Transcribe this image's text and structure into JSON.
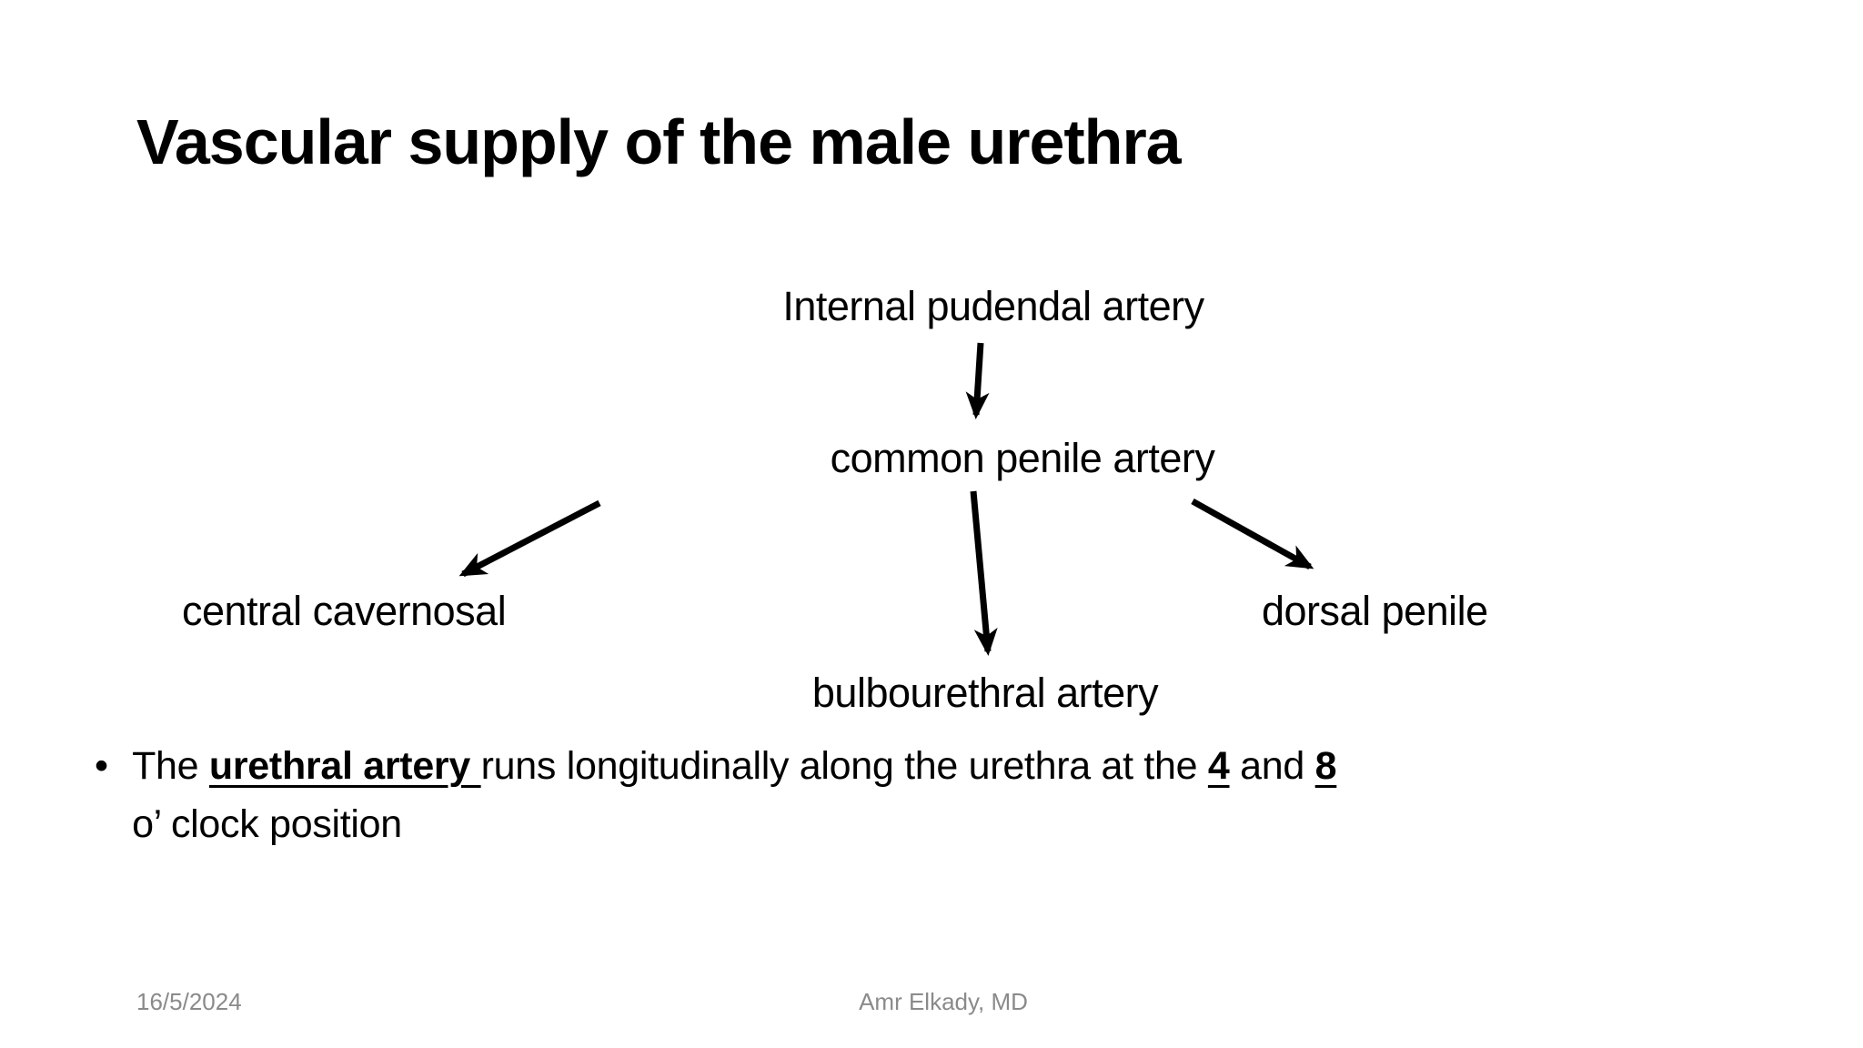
{
  "slide": {
    "title": "Vascular supply of the male urethra",
    "diagram": {
      "internal_pudendal": "Internal pudendal artery",
      "common_penile": "common penile artery",
      "central_cavernosal": "central cavernosal",
      "dorsal_penile": "dorsal penile",
      "bulbourethral": "bulbourethral artery"
    },
    "bullet": {
      "glyph": "•",
      "the": "The ",
      "artery": "urethral artery ",
      "middle": "runs longitudinally along the urethra at the ",
      "four": "4",
      "and": " and ",
      "eight": "8",
      "line2": "o’ clock position"
    },
    "footer": {
      "date": "16/5/2024",
      "author": "Amr Elkady, MD"
    },
    "colors": {
      "text": "#000000",
      "footer_text": "#8a8a8a",
      "background": "#ffffff",
      "arrow": "#000000"
    }
  }
}
